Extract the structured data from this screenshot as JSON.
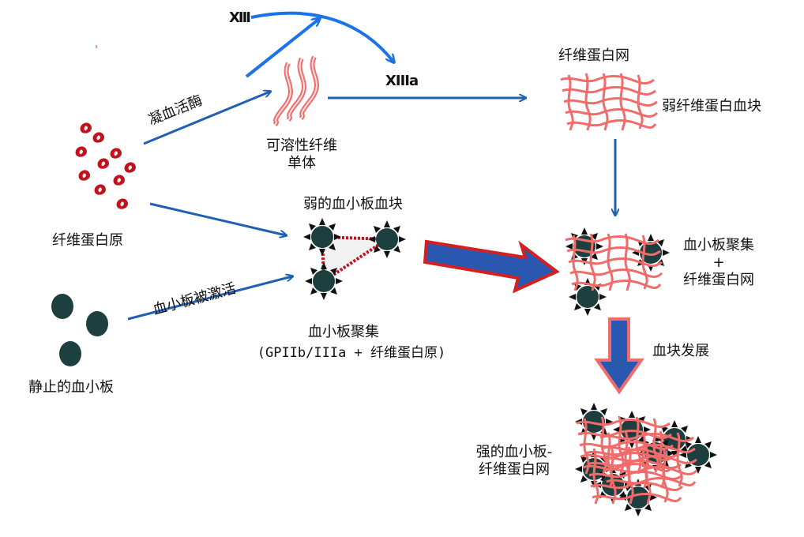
{
  "colors": {
    "blue_arrow": "#1f5fb4",
    "bright_blue": "#1a73e8",
    "fibrin_red": "#f26b6b",
    "fibrinogen_red": "#c4121c",
    "platelet": "#1e3f3f",
    "block_arrow_fill": "#2a57b0",
    "block_arrow_edge": "#d52020"
  },
  "labels": {
    "factor_xiii": "XIII",
    "factor_xiiia": "XIIIa",
    "thrombin": "凝血活酶",
    "soluble_monomer_line1": "可溶性纤维",
    "soluble_monomer_line2": "单体",
    "fibrin_mesh_top": "纤维蛋白网",
    "weak_fibrin_clot": "弱纤维蛋白血块",
    "fibrinogen": "纤维蛋白原",
    "weak_platelet_clot": "弱的血小板血块",
    "platelet_activation": "血小板被激活",
    "resting_platelets": "静止的血小板",
    "platelet_aggregation": "血小板聚集",
    "gp_receptor": "(GPIIb/IIIa + 纤维蛋白原)",
    "agg_plus_mesh_line1": "血小板聚集",
    "agg_plus_mesh_plus": "+",
    "agg_plus_mesh_line3": "纤维蛋白网",
    "clot_development": "血块发展",
    "strong_clot_line1": "强的血小板-",
    "strong_clot_line2": "纤维蛋白网"
  }
}
